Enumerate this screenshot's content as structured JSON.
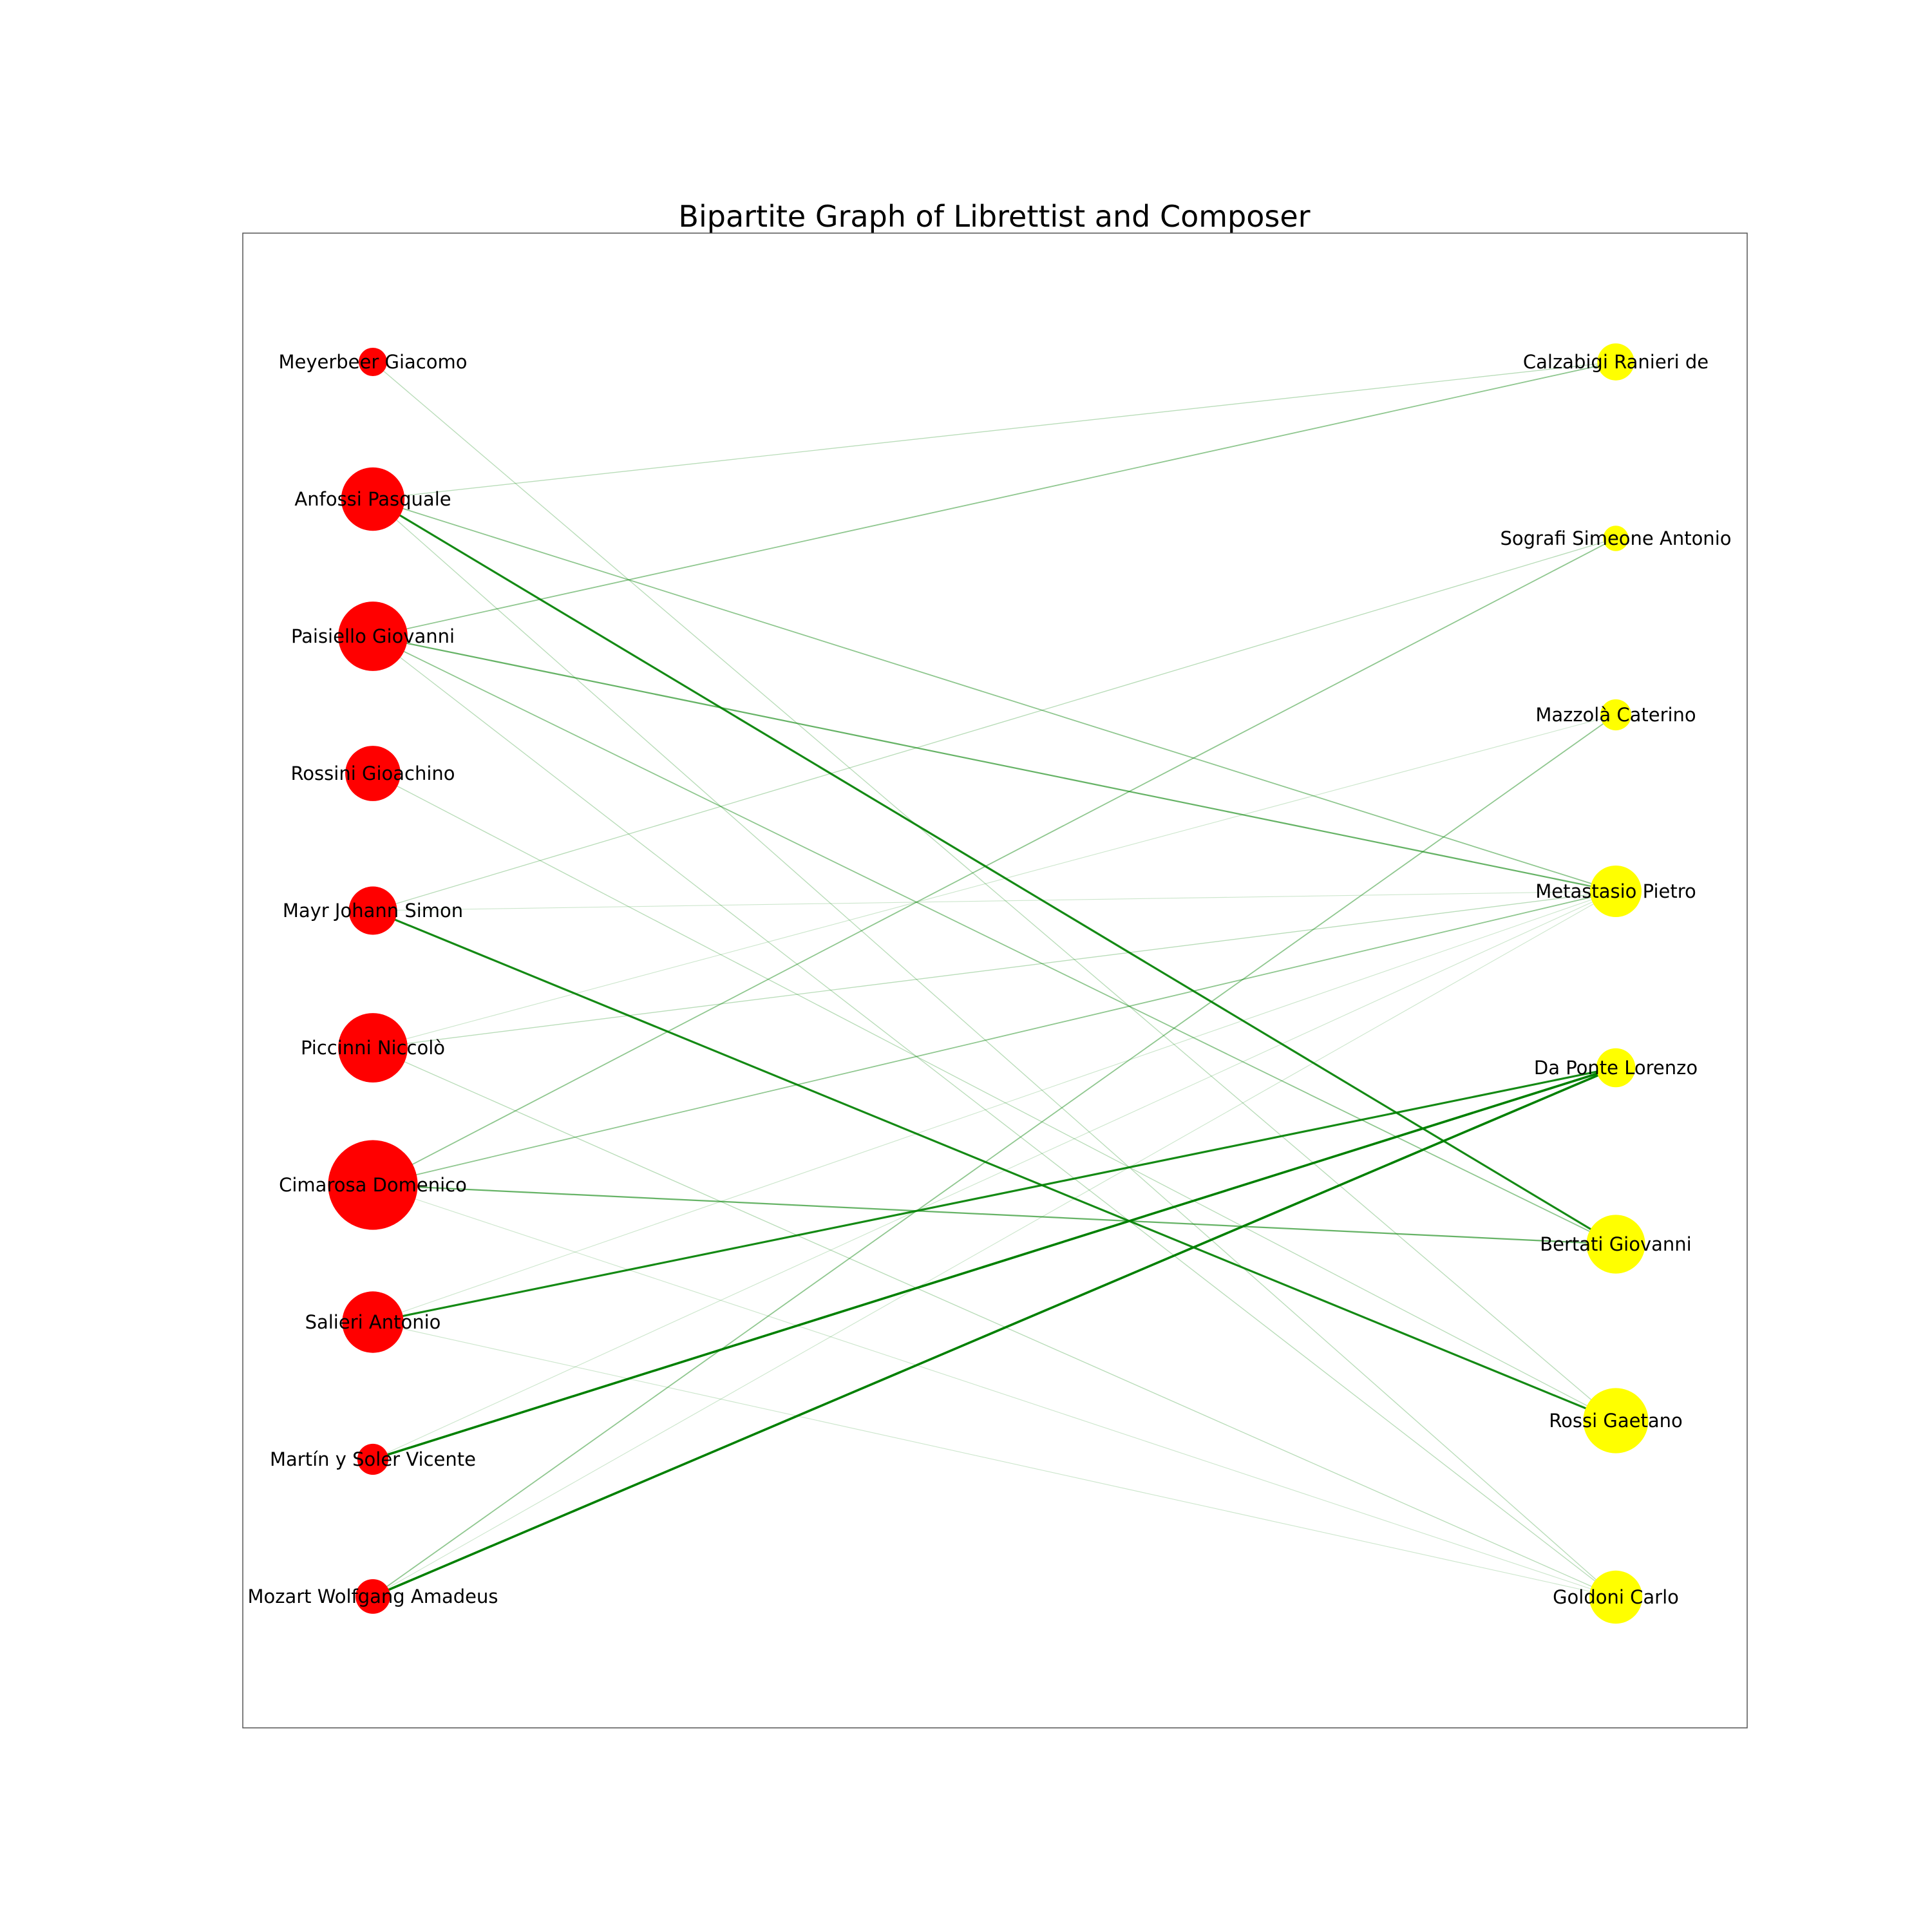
{
  "title": "Bipartite Graph of Librettist and Composer",
  "colors": {
    "composer_node": "#ff0000",
    "librettist_node": "#ffff00",
    "edge": "#008000",
    "frame": "#555555"
  },
  "composers": [
    {
      "name": "Meyerbeer Giacomo",
      "size": 1
    },
    {
      "name": "Anfossi Pasquale",
      "size": 5
    },
    {
      "name": "Paisiello Giovanni",
      "size": 6
    },
    {
      "name": "Rossini Gioachino",
      "size": 3.8
    },
    {
      "name": "Mayr Johann Simon",
      "size": 2.9
    },
    {
      "name": "Piccinni Niccolò",
      "size": 6
    },
    {
      "name": "Cimarosa Domenico",
      "size": 10
    },
    {
      "name": "Salieri Antonio",
      "size": 4.7
    },
    {
      "name": "Martín y Soler Vicente",
      "size": 1.2
    },
    {
      "name": "Mozart Wolfgang Amadeus",
      "size": 1.5
    }
  ],
  "librettists": [
    {
      "name": "Calzabigi Ranieri de",
      "size": 1.7
    },
    {
      "name": "Sografi Simeone Antonio",
      "size": 0.8
    },
    {
      "name": "Mazzolà Caterino",
      "size": 1.2
    },
    {
      "name": "Metastasio Pietro",
      "size": 3.3
    },
    {
      "name": "Da Ponte Lorenzo",
      "size": 1.9
    },
    {
      "name": "Bertati Giovanni",
      "size": 4.3
    },
    {
      "name": "Rossi Gaetano",
      "size": 5.3
    },
    {
      "name": "Goldoni Carlo",
      "size": 3.5
    }
  ],
  "edges": [
    {
      "composer": "Meyerbeer Giacomo",
      "librettist": "Rossi Gaetano",
      "weight": 1
    },
    {
      "composer": "Anfossi Pasquale",
      "librettist": "Calzabigi Ranieri de",
      "weight": 1
    },
    {
      "composer": "Anfossi Pasquale",
      "librettist": "Metastasio Pietro",
      "weight": 2
    },
    {
      "composer": "Anfossi Pasquale",
      "librettist": "Bertati Giovanni",
      "weight": 5
    },
    {
      "composer": "Anfossi Pasquale",
      "librettist": "Goldoni Carlo",
      "weight": 1
    },
    {
      "composer": "Paisiello Giovanni",
      "librettist": "Calzabigi Ranieri de",
      "weight": 2
    },
    {
      "composer": "Paisiello Giovanni",
      "librettist": "Metastasio Pietro",
      "weight": 3
    },
    {
      "composer": "Paisiello Giovanni",
      "librettist": "Bertati Giovanni",
      "weight": 2
    },
    {
      "composer": "Paisiello Giovanni",
      "librettist": "Goldoni Carlo",
      "weight": 1
    },
    {
      "composer": "Rossini Gioachino",
      "librettist": "Rossi Gaetano",
      "weight": 1
    },
    {
      "composer": "Mayr Johann Simon",
      "librettist": "Sografi Simeone Antonio",
      "weight": 1
    },
    {
      "composer": "Mayr Johann Simon",
      "librettist": "Metastasio Pietro",
      "weight": 0.5
    },
    {
      "composer": "Mayr Johann Simon",
      "librettist": "Rossi Gaetano",
      "weight": 5
    },
    {
      "composer": "Piccinni Niccolò",
      "librettist": "Mazzolà Caterino",
      "weight": 0.5
    },
    {
      "composer": "Piccinni Niccolò",
      "librettist": "Metastasio Pietro",
      "weight": 1
    },
    {
      "composer": "Piccinni Niccolò",
      "librettist": "Goldoni Carlo",
      "weight": 1
    },
    {
      "composer": "Cimarosa Domenico",
      "librettist": "Sografi Simeone Antonio",
      "weight": 2
    },
    {
      "composer": "Cimarosa Domenico",
      "librettist": "Metastasio Pietro",
      "weight": 2
    },
    {
      "composer": "Cimarosa Domenico",
      "librettist": "Bertati Giovanni",
      "weight": 3
    },
    {
      "composer": "Cimarosa Domenico",
      "librettist": "Goldoni Carlo",
      "weight": 0.5
    },
    {
      "composer": "Salieri Antonio",
      "librettist": "Metastasio Pietro",
      "weight": 0.5
    },
    {
      "composer": "Salieri Antonio",
      "librettist": "Da Ponte Lorenzo",
      "weight": 5
    },
    {
      "composer": "Salieri Antonio",
      "librettist": "Goldoni Carlo",
      "weight": 0.5
    },
    {
      "composer": "Martín y Soler Vicente",
      "librettist": "Da Ponte Lorenzo",
      "weight": 6
    },
    {
      "composer": "Martín y Soler Vicente",
      "librettist": "Metastasio Pietro",
      "weight": 0.5
    },
    {
      "composer": "Mozart Wolfgang Amadeus",
      "librettist": "Mazzolà Caterino",
      "weight": 2
    },
    {
      "composer": "Mozart Wolfgang Amadeus",
      "librettist": "Da Ponte Lorenzo",
      "weight": 6
    },
    {
      "composer": "Mozart Wolfgang Amadeus",
      "librettist": "Metastasio Pietro",
      "weight": 0.5
    }
  ]
}
